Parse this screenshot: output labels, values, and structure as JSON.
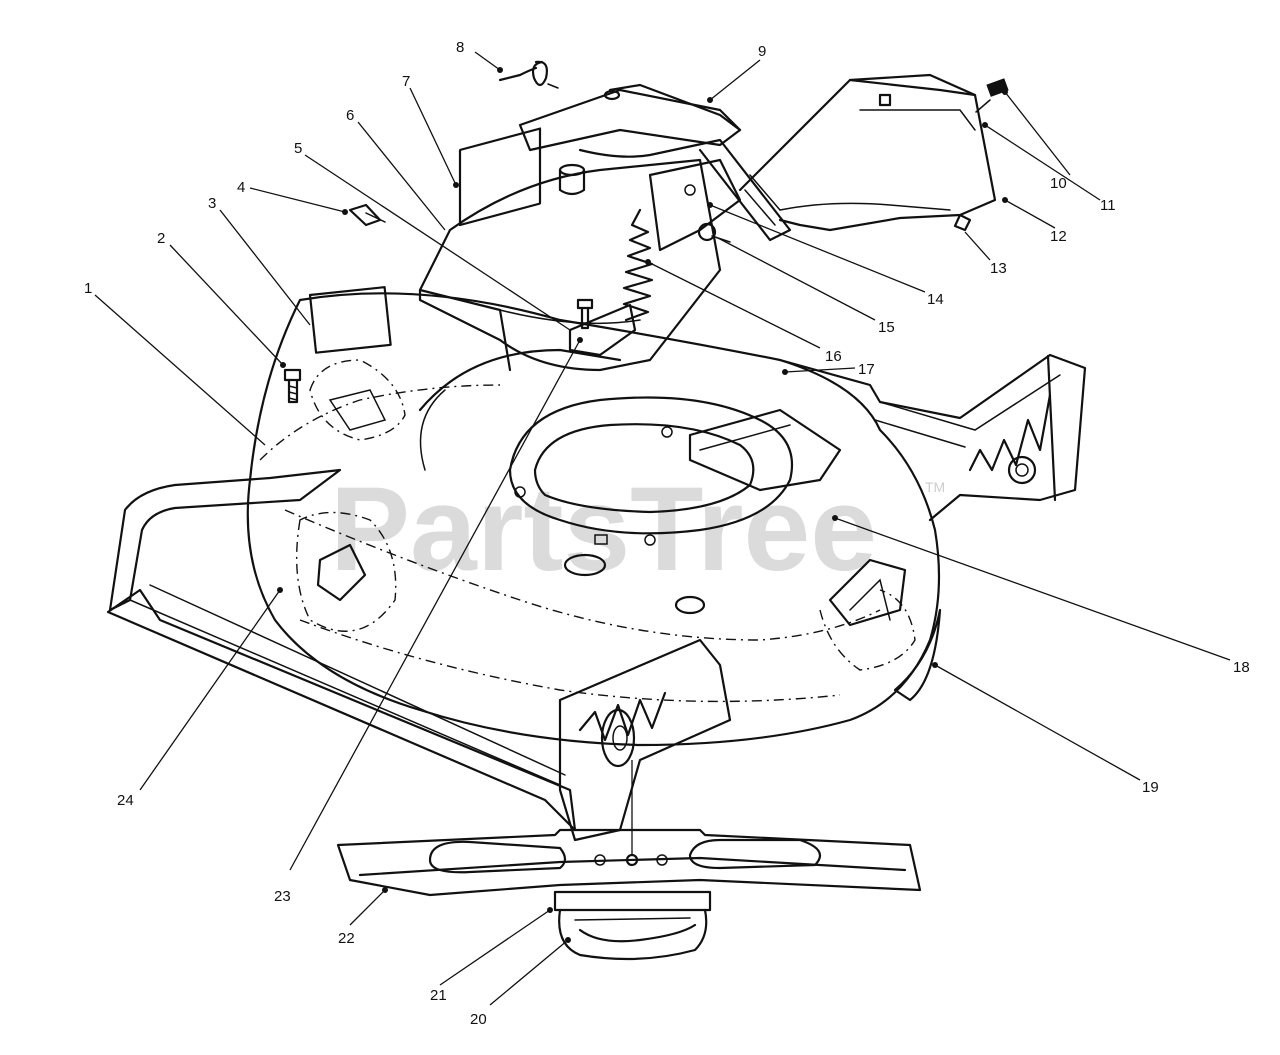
{
  "watermark": {
    "brand": "PartsTree",
    "trademark": "TM"
  },
  "callouts": [
    {
      "id": "1",
      "label": "1"
    },
    {
      "id": "2",
      "label": "2"
    },
    {
      "id": "3",
      "label": "3"
    },
    {
      "id": "4",
      "label": "4"
    },
    {
      "id": "5",
      "label": "5"
    },
    {
      "id": "6",
      "label": "6"
    },
    {
      "id": "7",
      "label": "7"
    },
    {
      "id": "8",
      "label": "8"
    },
    {
      "id": "9",
      "label": "9"
    },
    {
      "id": "10",
      "label": "10"
    },
    {
      "id": "11",
      "label": "11"
    },
    {
      "id": "12",
      "label": "12"
    },
    {
      "id": "13",
      "label": "13"
    },
    {
      "id": "14",
      "label": "14"
    },
    {
      "id": "15",
      "label": "15"
    },
    {
      "id": "16",
      "label": "16"
    },
    {
      "id": "17",
      "label": "17"
    },
    {
      "id": "18",
      "label": "18"
    },
    {
      "id": "19",
      "label": "19"
    },
    {
      "id": "20",
      "label": "20"
    },
    {
      "id": "21",
      "label": "21"
    },
    {
      "id": "22",
      "label": "22"
    },
    {
      "id": "23",
      "label": "23"
    },
    {
      "id": "24",
      "label": "24"
    }
  ]
}
